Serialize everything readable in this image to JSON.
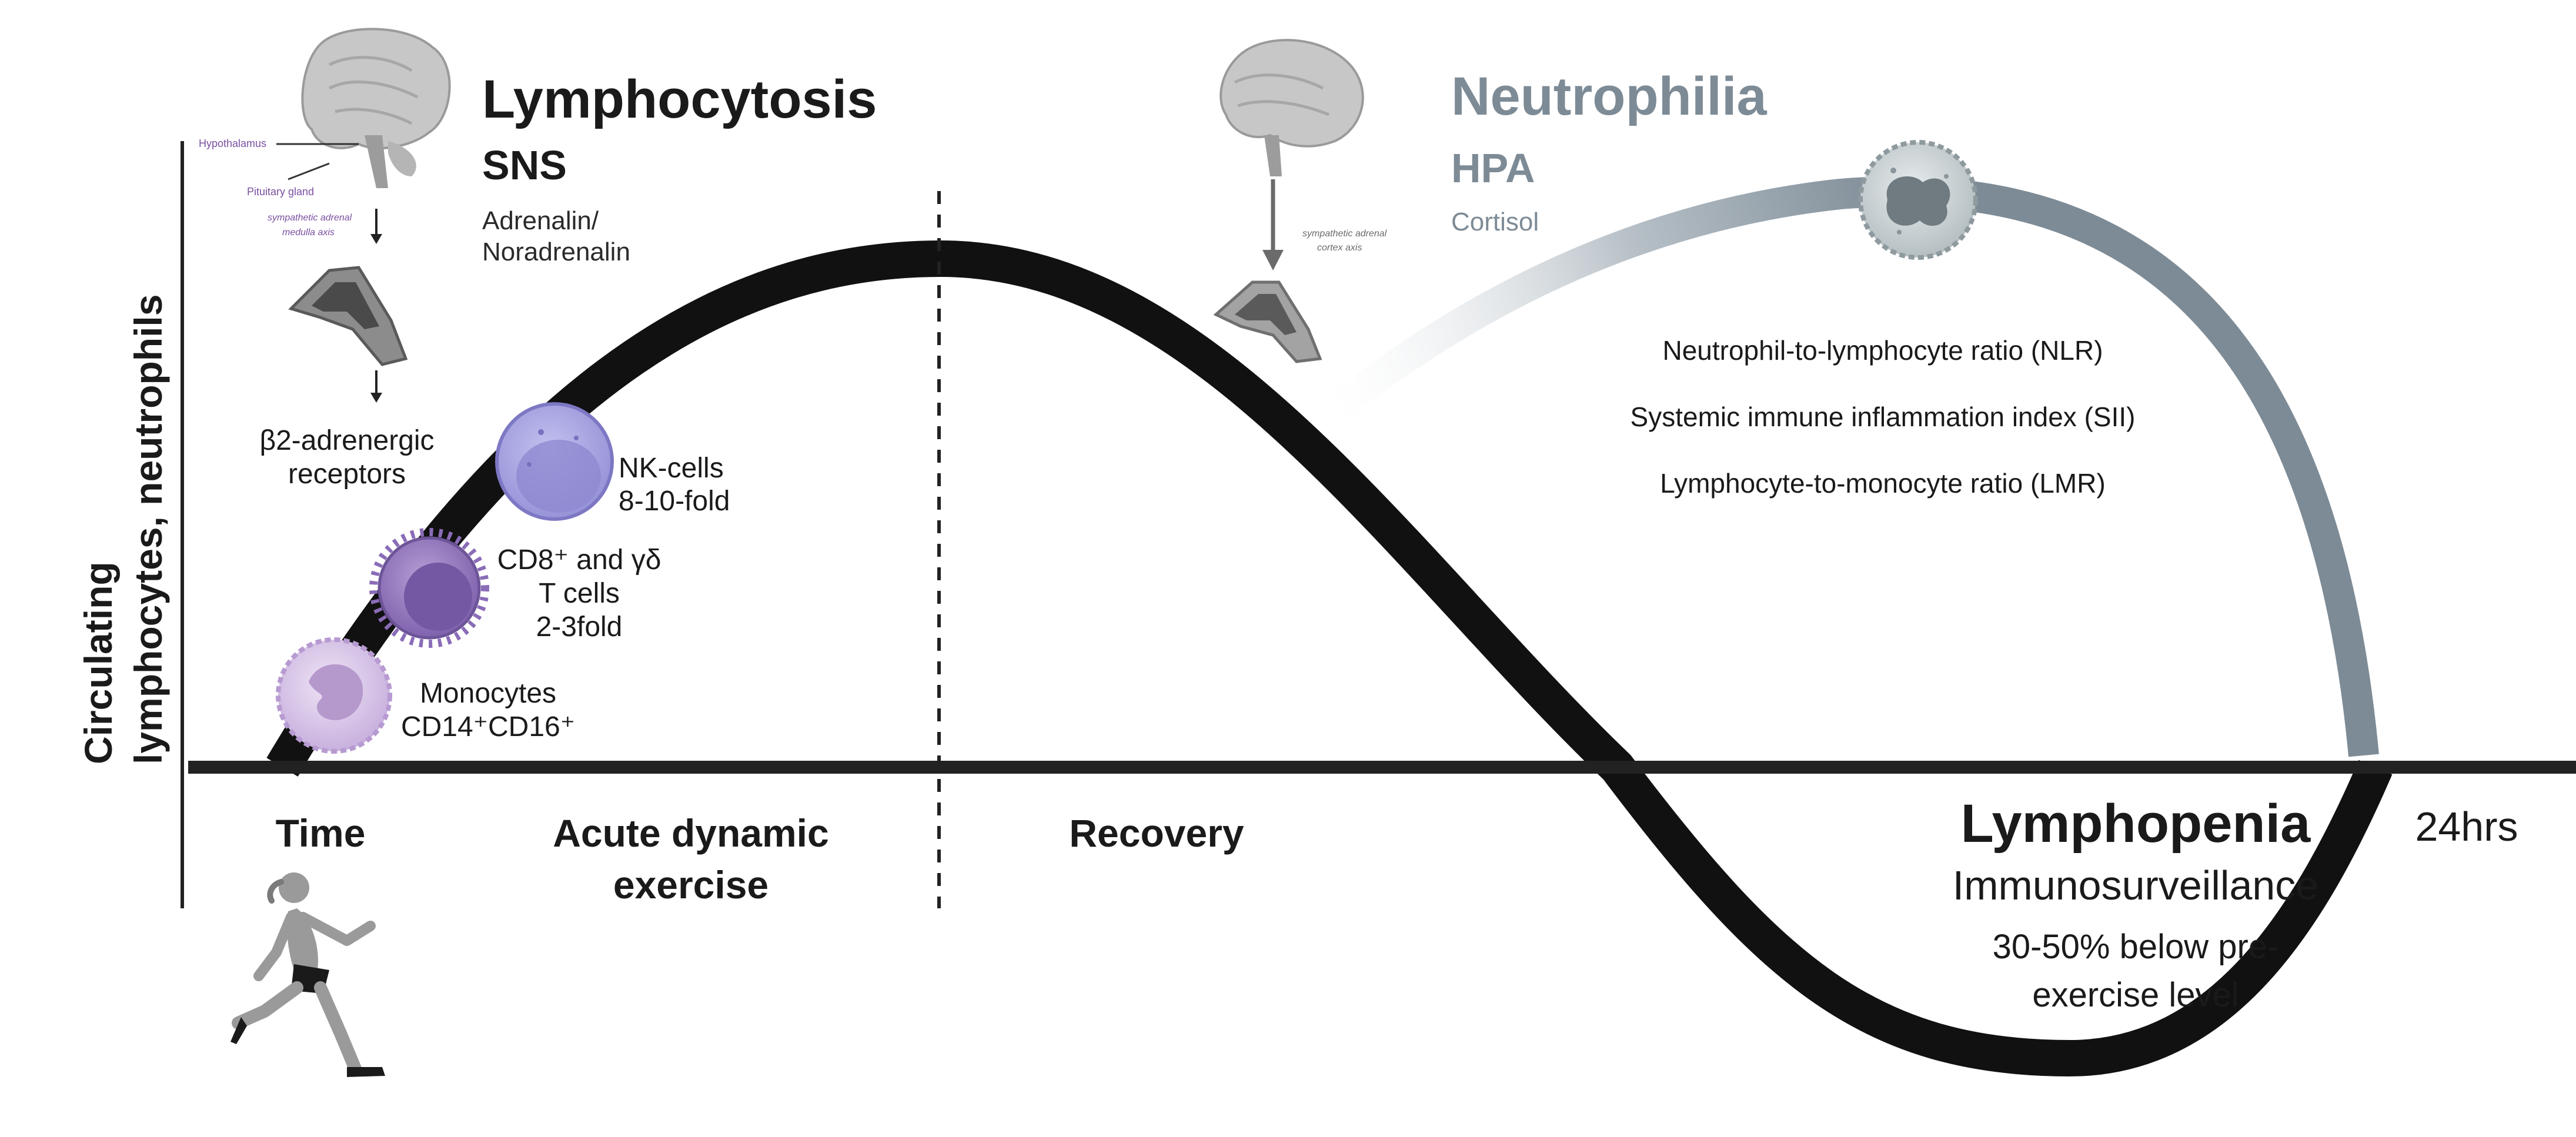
{
  "phases": {
    "lymphocytosis": {
      "title": "Lymphocytosis",
      "system": "SNS",
      "hormone_line1": "Adrenalin/",
      "hormone_line2": "Noradrenalin"
    },
    "neutrophilia": {
      "title": "Neutrophilia",
      "system": "HPA",
      "hormone": "Cortisol"
    }
  },
  "brain_left": {
    "hypothalamus": "Hypothalamus",
    "pituitary": "Pituitary gland",
    "axis_line1": "sympathetic adrenal",
    "axis_line2": "medulla axis"
  },
  "brain_right": {
    "axis_line1": "sympathetic adrenal",
    "axis_line2": "cortex axis"
  },
  "receptors": {
    "line1": "β2-adrenergic",
    "line2": "receptors"
  },
  "cells": {
    "nk": {
      "line1": "NK-cells",
      "line2": "8-10-fold"
    },
    "cd8": {
      "line1": "CD8⁺ and γδ",
      "line2": "T cells",
      "line3": "2-3fold"
    },
    "mono": {
      "line1": "Monocytes",
      "line2": "CD14⁺CD16⁺"
    }
  },
  "y_axis": {
    "line1": "Circulating",
    "line2": "lymphocytes, neutrophils"
  },
  "x_axis": {
    "time": "Time",
    "exercise_line1": "Acute dynamic",
    "exercise_line2": "exercise",
    "recovery": "Recovery",
    "end": "24hrs"
  },
  "ratios": [
    "Neutrophil-to-lymphocyte ratio (NLR)",
    "Systemic immune inflammation index (SII)",
    "Lymphocyte-to-monocyte ratio (LMR)"
  ],
  "lymphopenia": {
    "title": "Lymphopenia",
    "subtitle": "Immunosurveillance",
    "line1": "30-50% below pre-",
    "line2": "exercise level"
  },
  "colors": {
    "curve": "#111111",
    "neutrophil_curve": "#7d8b96",
    "cell_purple": "#9d87c9",
    "nk_blue": "#a8a6e0"
  }
}
